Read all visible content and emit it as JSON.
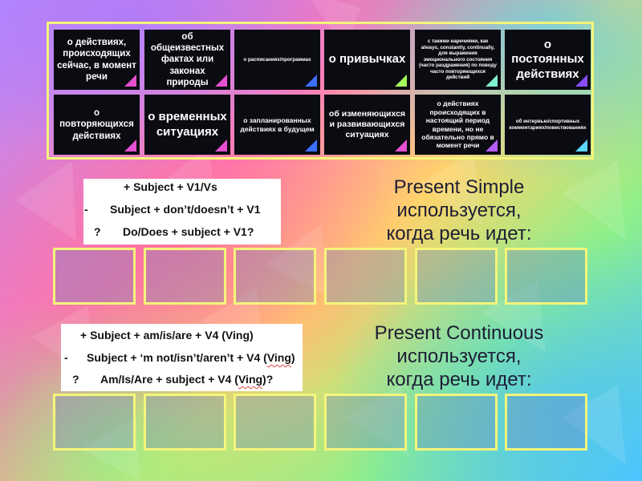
{
  "colors": {
    "tile_bg": "#0b0b12",
    "frame": "#f4f57a",
    "corner_colors": [
      "#e64fd0",
      "#5ad7ff",
      "#7f5cff",
      "#a3ff5c",
      "#7ff0d0",
      "#8a4cff"
    ]
  },
  "palette": {
    "tiles": [
      {
        "label": "о действиях, происходящих сейчас, в момент речи",
        "corner": "pink-triangle-icon"
      },
      {
        "label": "об общеизвестных фактах или законах природы",
        "corner": "pink-triangle-icon"
      },
      {
        "label": "о расписаниях/программах",
        "corner": "blue-triangle-icon"
      },
      {
        "label": "о привычках",
        "corner": "green-triangle-icon"
      },
      {
        "label": "с такими наречиями, как always, constantly, continually, для выражения эмоционального состояния (часто раздражения) по поводу часто повторяющихся действий",
        "corner": "teal-triangle-icon"
      },
      {
        "label": "о постоянных действиях",
        "corner": "purple-triangle-icon"
      },
      {
        "label": "о повторяющихся действиях",
        "corner": "pink-triangle-icon"
      },
      {
        "label": "о временных ситуациях",
        "corner": "pink-triangle-icon"
      },
      {
        "label": "о запланированных действиях в будущем",
        "corner": "blue-triangle-icon"
      },
      {
        "label": "об изменяющихся и развивающихся ситуациях",
        "corner": "pink-triangle-icon"
      },
      {
        "label": "о действиях происходящих в настоящий период времени, но не обязательно прямо в момент речи",
        "corner": "purple-triangle-icon"
      },
      {
        "label": "об интервью/спортивных комментариях/повествованиях",
        "corner": "teal-triangle-icon"
      }
    ]
  },
  "present_simple": {
    "formula": {
      "affirmative": "+     Subject + V1/Vs",
      "negative_sign": "-",
      "negative": "Subject + don’t/doesn’t + V1",
      "question_sign": "?",
      "question": "Do/Does + subject + V1?"
    },
    "heading": [
      "Present Simple",
      "используется,",
      "когда речь идет:"
    ]
  },
  "present_continuous": {
    "formula": {
      "affirmative": "+     Subject + am/is/are + V4 (Ving)",
      "negative_sign": "-",
      "negative_a": "Subject + ‘m not/isn’t/aren’t + V4 (",
      "negative_b": "Ving",
      "negative_c": ")",
      "question_sign": "?",
      "question_a": "Am/Is/Are + subject + V4 (",
      "question_b": "Ving",
      "question_c": ")?"
    },
    "heading": [
      "Present Continuous",
      "используется,",
      "когда речь идет:"
    ]
  }
}
